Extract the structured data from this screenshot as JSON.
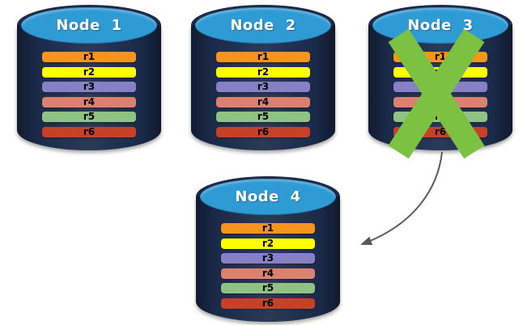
{
  "diagram": {
    "nodes": [
      {
        "id": "node-1",
        "label": "Node 1",
        "failed": false
      },
      {
        "id": "node-2",
        "label": "Node 2",
        "failed": false
      },
      {
        "id": "node-3",
        "label": "Node 3",
        "failed": true
      },
      {
        "id": "node-4",
        "label": "Node 4",
        "failed": false
      }
    ],
    "rows": [
      {
        "label": "r1",
        "color": "#F7941E"
      },
      {
        "label": "r2",
        "color": "#FFFF00"
      },
      {
        "label": "r3",
        "color": "#8880C6"
      },
      {
        "label": "r4",
        "color": "#DC8170"
      },
      {
        "label": "r5",
        "color": "#8FC283"
      },
      {
        "label": "r6",
        "color": "#C64128"
      }
    ],
    "colors": {
      "cylinder_body": "#1B2A4A",
      "cylinder_top": "#2E9BD5",
      "failure_cross": "#7CC142",
      "arrow": "#595959"
    },
    "arrow": {
      "from": "node-3",
      "to": "node-4"
    }
  }
}
